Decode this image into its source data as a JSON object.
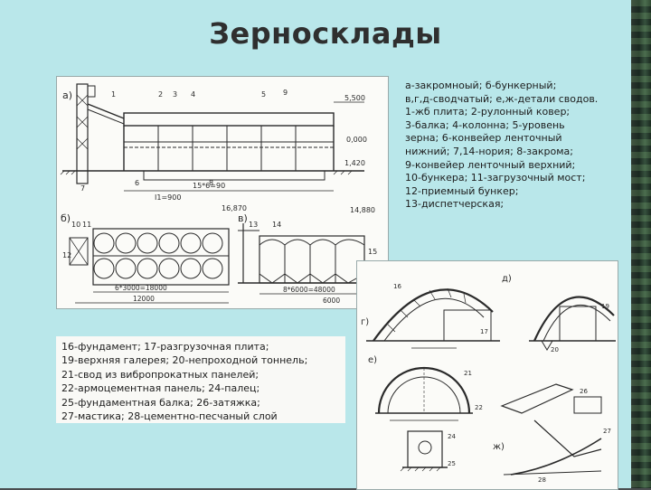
{
  "slide": {
    "title": "Зерносклады",
    "legend_lines": [
      "а-закромноый; б-бункерный;",
      "в,г,д-сводчатый; е,ж-детали сводов.",
      "1-жб плита; 2-рулонный ковер;",
      "3-балка; 4-колонна; 5-уровень",
      "зерна; 6-конвейер ленточный",
      "нижний; 7,14-нория; 8-закрома;",
      "9-конвейер ленточный верхний;",
      "10-бункера; 11-загрузочный мост;",
      "12-приемный бункер;",
      "13-диспетчерская;"
    ],
    "caption_lines": [
      "16-фундамент; 17-разгрузочная плита;",
      "19-верхняя галерея; 20-непроходной тоннель;",
      "21-свод из вибропрокатных панелей;",
      "22-армоцементная панель; 24-палец;",
      "25-фундаментная балка; 26-затяжка;",
      "27-мастика; 28-цементно-песчаный слой"
    ]
  },
  "colors": {
    "background": "#b9e7ea",
    "title": "#2f2f2f",
    "drawing_line": "#2a2a2a",
    "sidebar": "#1b2a22"
  },
  "drawing_labels": {
    "top": {
      "label_a": "а)",
      "elev_1": "5,500",
      "elev_2": "0,000",
      "elev_3": "1,420",
      "dim_1": "15*6=90",
      "dim_2": "I1=900",
      "nums": [
        "1",
        "2",
        "3",
        "4",
        "5",
        "6",
        "7",
        "8",
        "9"
      ]
    },
    "bottom": {
      "label_b": "б)",
      "label_v": "в)",
      "elev_1": "16,870",
      "elev_2": "14,880",
      "dim_1": "6*3000=18000",
      "dim_2": "8*6000=48000",
      "dim_3": "6000",
      "dim_4": "12000",
      "nums": [
        "10",
        "11",
        "12",
        "13",
        "14",
        "15"
      ]
    },
    "right": {
      "label_g": "г)",
      "label_d": "д)",
      "label_e": "е)",
      "label_zh": "ж)",
      "nums": [
        "16",
        "17",
        "19",
        "20",
        "21",
        "22",
        "24",
        "25",
        "26",
        "27",
        "28"
      ]
    }
  }
}
